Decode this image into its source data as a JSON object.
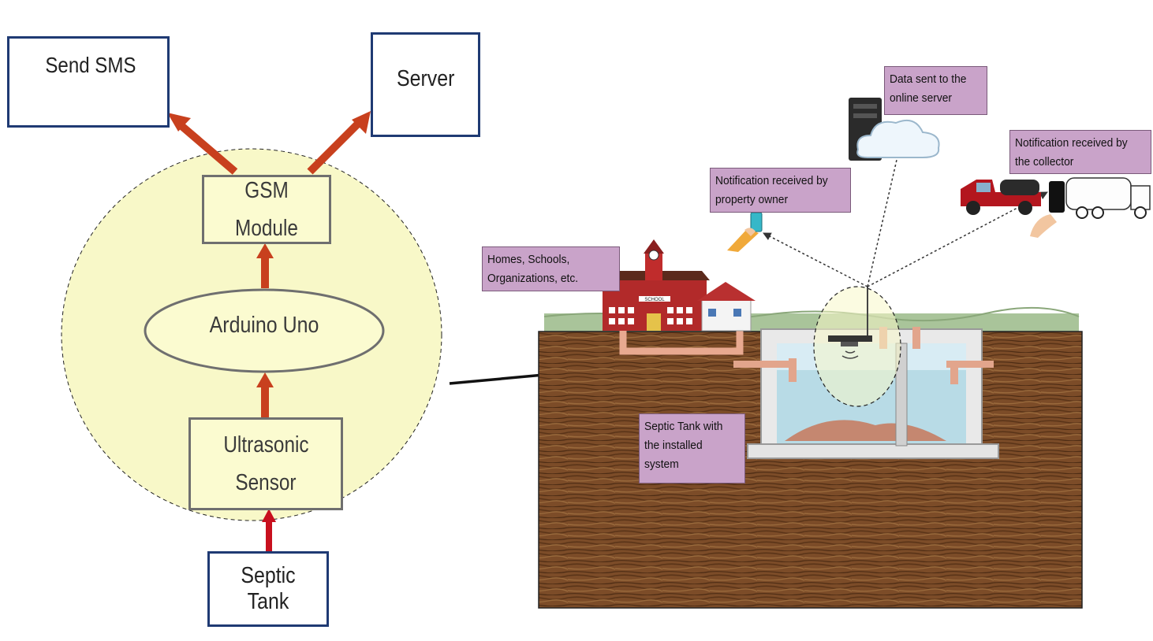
{
  "block_diagram": {
    "send_sms": "Send SMS",
    "server": "Server",
    "gsm_module": "GSM Module",
    "arduino": "Arduino Uno",
    "ultrasonic_line1": "Ultrasonic",
    "ultrasonic_line2": "Sensor",
    "septic_tank": "Septic Tank"
  },
  "illustration": {
    "data_server_line1": "Data sent to the",
    "data_server_line2": "online server",
    "collector_line1": "Notification received by",
    "collector_line2": "the collector",
    "owner_line1": "Notification received by",
    "owner_line2": "property owner",
    "homes_line1": "Homes, Schools,",
    "homes_line2": "Organizations, etc.",
    "tank_line1": "Septic Tank with",
    "tank_line2": "the installed",
    "tank_line3": "system",
    "school_sign": "SCHOOL"
  },
  "colors": {
    "box_border": "#1f3a73",
    "arrow_red": "#c8401e",
    "highlight_yellow": "#f8f8c8",
    "note_purple": "#c9a3c9",
    "soil_brown": "#7a4a26"
  }
}
